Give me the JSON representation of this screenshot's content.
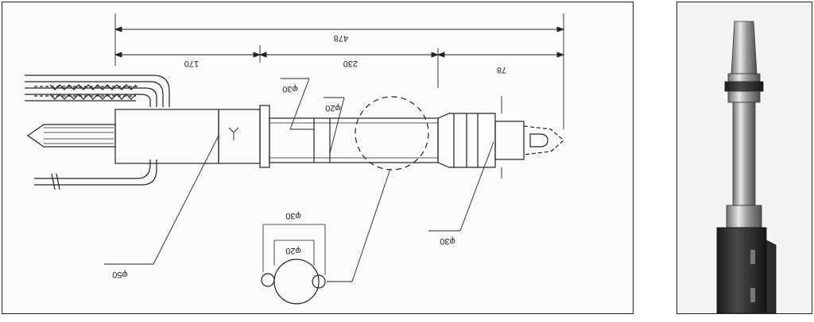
{
  "drawing": {
    "dimensions": {
      "overall_length": "478",
      "rear_section": "170",
      "middle_section": "230",
      "front_section": "78"
    },
    "diameters": {
      "handle": "φ50",
      "body_upper": "φ30",
      "neck": "φ20",
      "front_body": "φ30",
      "detail_outer": "φ30",
      "detail_inner": "φ20"
    }
  },
  "colors": {
    "line": "#222222",
    "photo_dark": "#2a2a2a",
    "photo_metal": "#b8b8b8"
  }
}
